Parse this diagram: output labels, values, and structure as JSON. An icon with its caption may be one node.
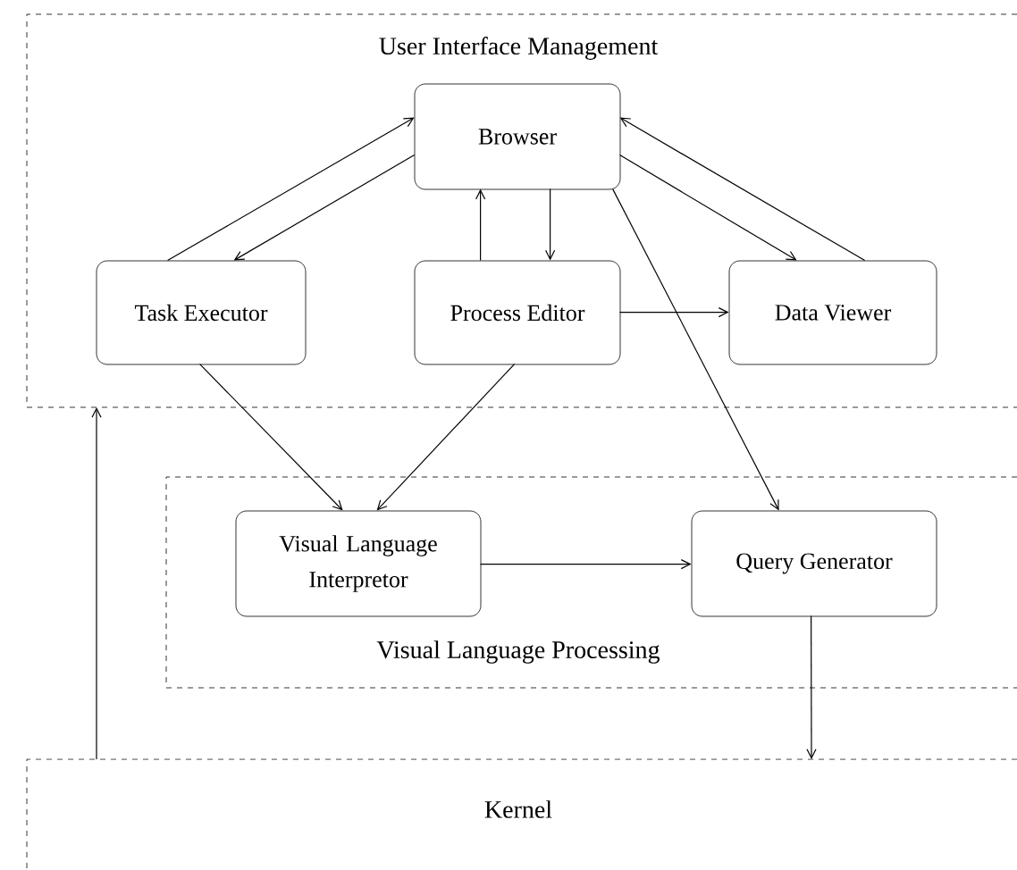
{
  "diagram": {
    "nodes": [
      {
        "text": [
          "User Interface Management"
        ]
      },
      {
        "text": [
          "Browser"
        ],
        "in": 0
      },
      {
        "text": [
          "Task Executor"
        ],
        "in": 0
      },
      {
        "text": [
          "Process Editor"
        ],
        "in": 0
      },
      {
        "text": [
          "Data Viewer"
        ],
        "in": 0
      },
      {
        "text": [
          "Visual Language Processing"
        ]
      },
      {
        "text": [
          "Visual Language Interpretor"
        ],
        "in": 5
      },
      {
        "text": [
          "Query Generator"
        ],
        "in": 5
      },
      {
        "text": [
          "Kernel"
        ]
      }
    ],
    "edges": [
      {
        "from": 2,
        "to": 1,
        "arrow": "to"
      },
      {
        "from": 1,
        "to": 2,
        "arrow": "to"
      },
      {
        "from": 3,
        "to": 1,
        "arrow": "to"
      },
      {
        "from": 1,
        "to": 3,
        "arrow": "to"
      },
      {
        "from": 4,
        "to": 1,
        "arrow": "to"
      },
      {
        "from": 1,
        "to": 4,
        "arrow": "to"
      },
      {
        "from": 3,
        "to": 4,
        "arrow": "to"
      },
      {
        "from": 1,
        "to": 7,
        "arrow": "to"
      },
      {
        "from": 2,
        "to": 6,
        "arrow": "to"
      },
      {
        "from": 3,
        "to": 6,
        "arrow": "to"
      },
      {
        "from": 6,
        "to": 7,
        "arrow": "to"
      },
      {
        "from": 7,
        "to": 8,
        "arrow": "to"
      },
      {
        "from": 8,
        "to": 0,
        "arrow": "to"
      }
    ]
  }
}
